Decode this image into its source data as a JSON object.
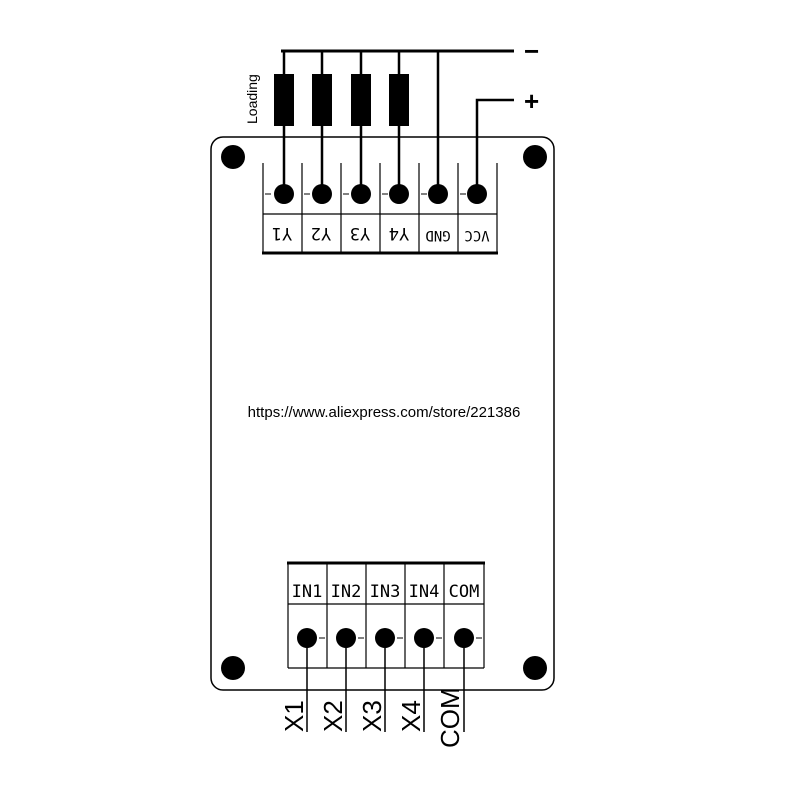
{
  "loading_label": "Loading",
  "supply": {
    "negative": "−",
    "positive": "+"
  },
  "output_terminals": [
    "Y1",
    "Y2",
    "Y3",
    "Y4",
    "GND",
    "VCC"
  ],
  "url": "https://www.aliexpress.com/store/221386",
  "input_terminals": [
    "IN1",
    "IN2",
    "IN3",
    "IN4",
    "COM"
  ],
  "input_wires": [
    "X1",
    "X2",
    "X3",
    "X4",
    "COM"
  ]
}
